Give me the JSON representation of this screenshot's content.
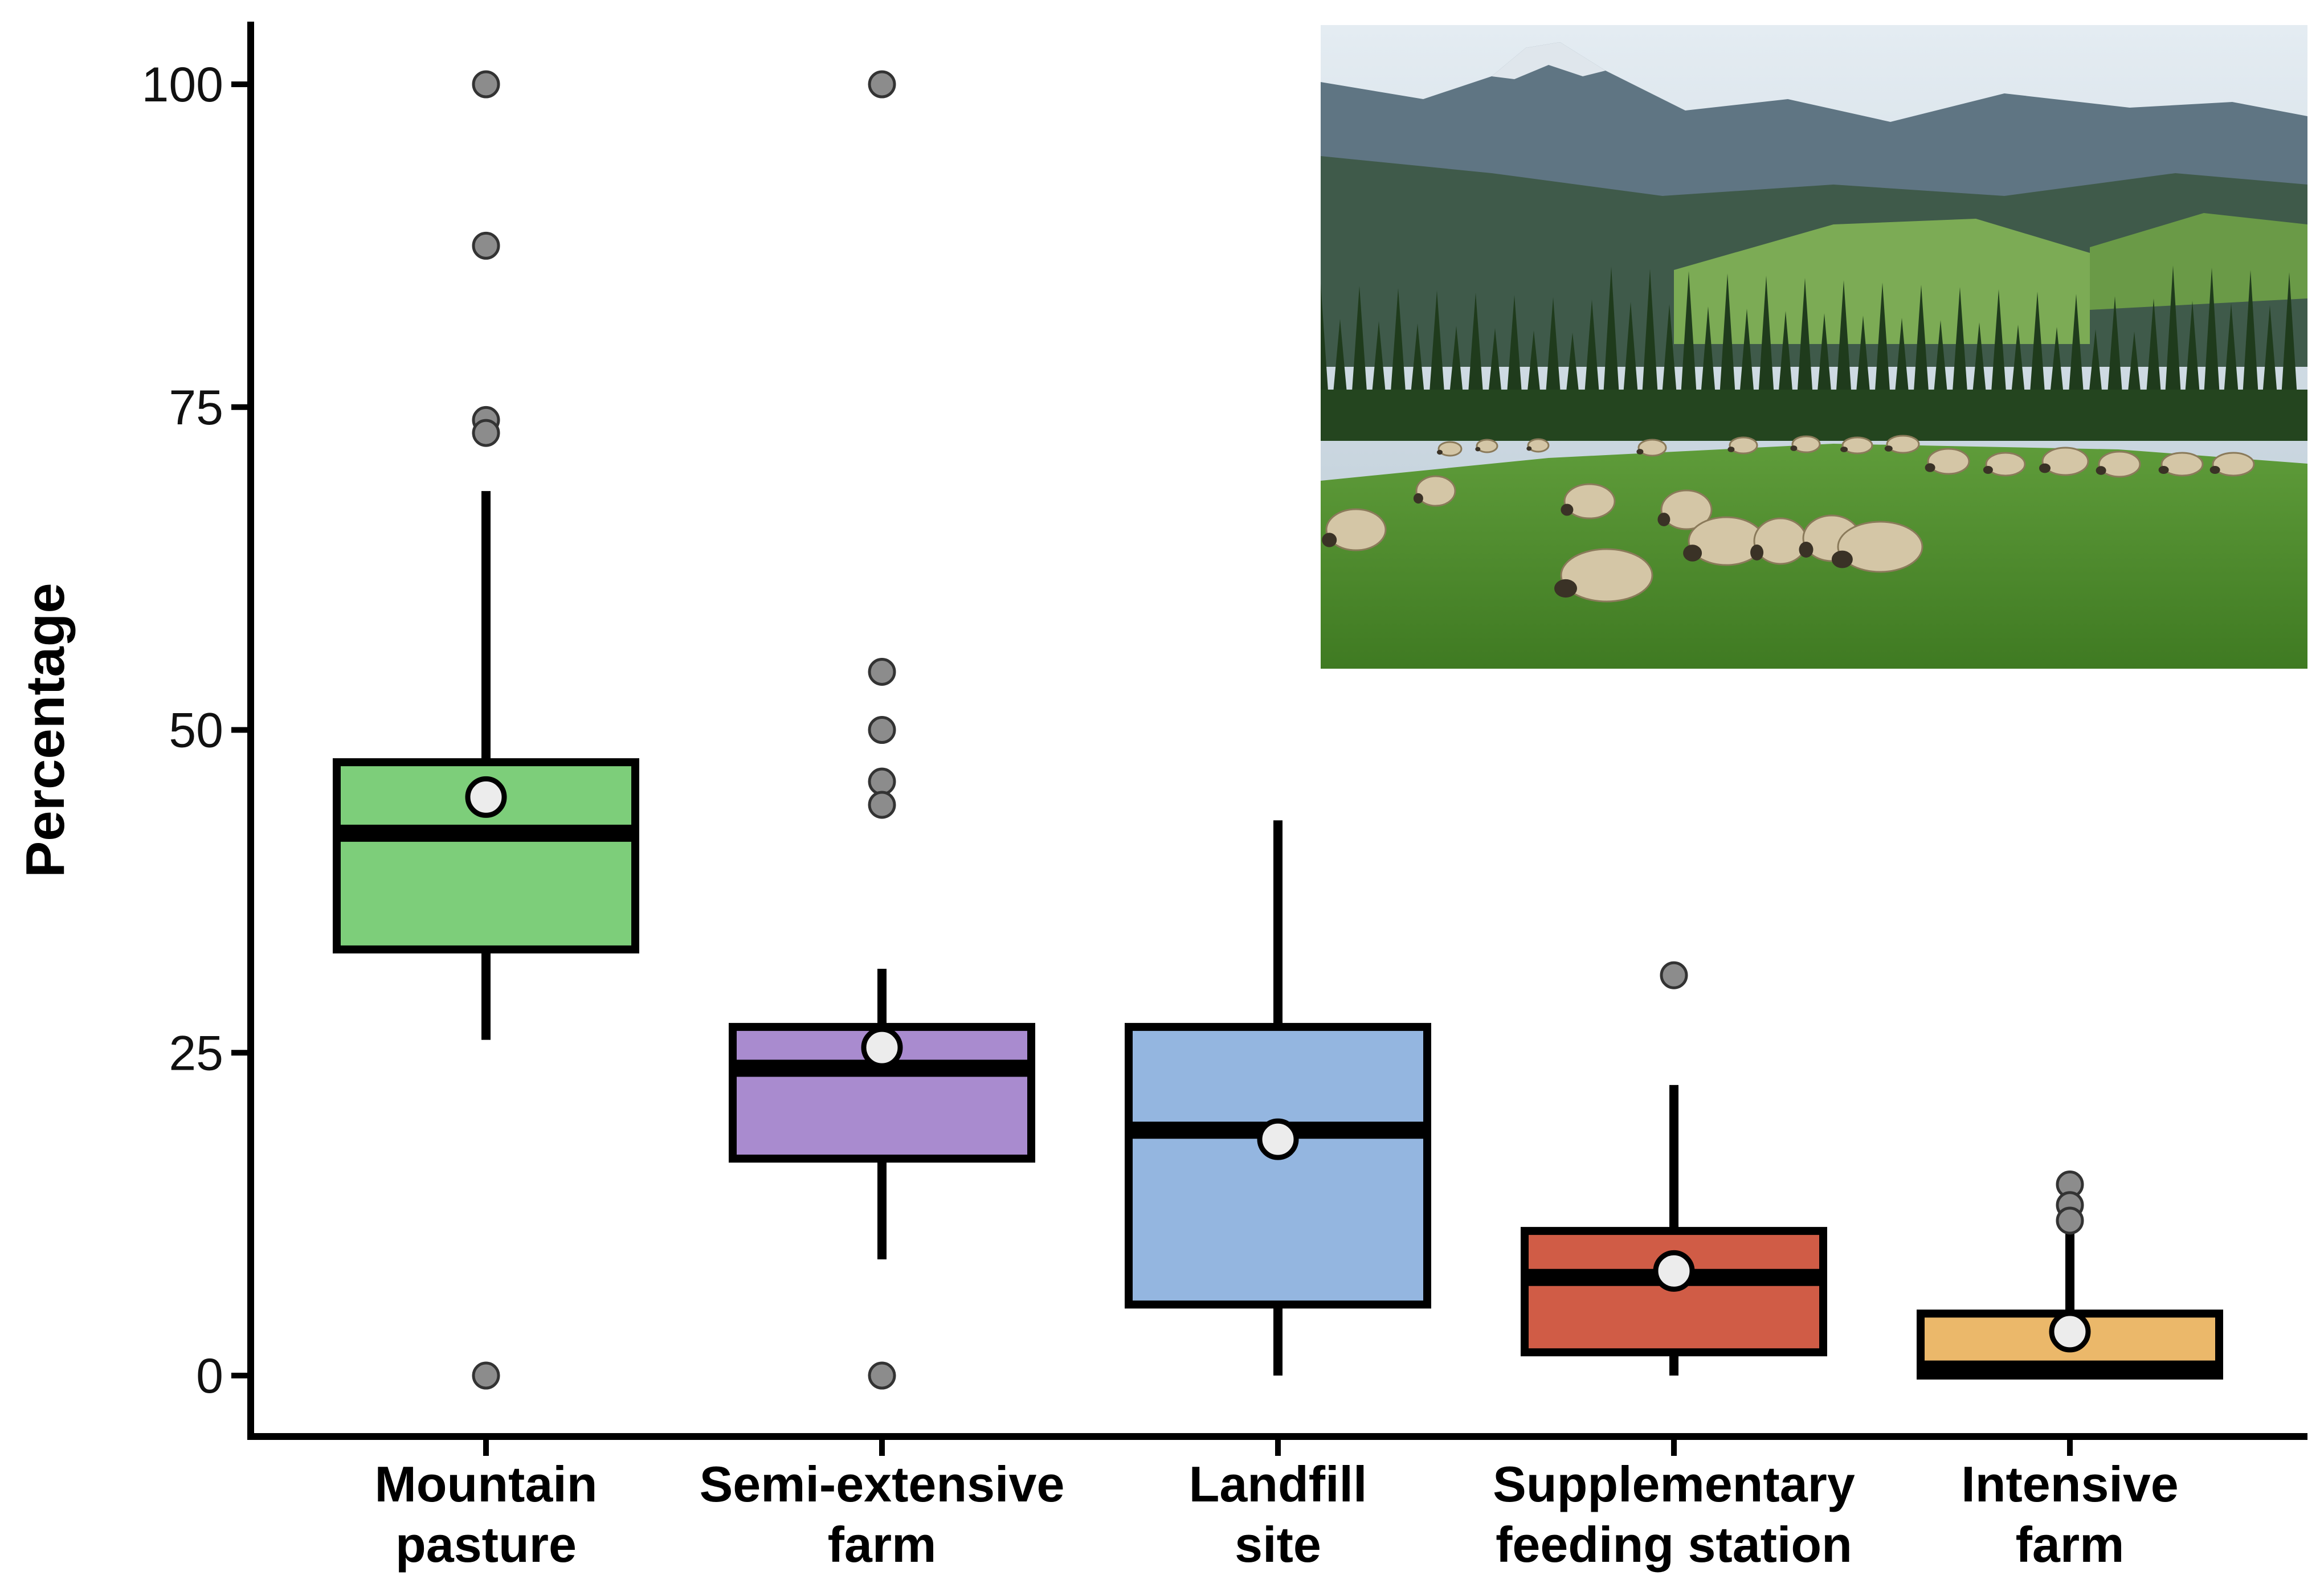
{
  "chart_data": {
    "type": "box",
    "title": "",
    "xlabel": "",
    "ylabel": "Percentage",
    "ylim": [
      -5,
      105
    ],
    "yticks": [
      0,
      25,
      50,
      75,
      100
    ],
    "ytick_labels": [
      "0",
      "25",
      "50",
      "75",
      "100"
    ],
    "grid": false,
    "legend": "none",
    "categories": [
      {
        "line1": "Mountain",
        "line2": "pasture"
      },
      {
        "line1": "Semi-extensive",
        "line2": "farm"
      },
      {
        "line1": "Landfill",
        "line2": "site"
      },
      {
        "line1": "Supplementary",
        "line2": "feeding station"
      },
      {
        "line1": "Intensive",
        "line2": "farm"
      }
    ],
    "boxes": [
      {
        "q1": 33,
        "median": 42,
        "q3": 47.5,
        "whisker_low": 26,
        "whisker_high": 68.5,
        "mean": 44.8,
        "outliers": [
          100,
          87.5,
          74,
          73,
          0
        ],
        "color": "#7dce7a"
      },
      {
        "q1": 16.8,
        "median": 23.8,
        "q3": 27,
        "whisker_low": 9,
        "whisker_high": 31.5,
        "mean": 25.4,
        "outliers": [
          100,
          54.5,
          50,
          46,
          44.2,
          0
        ],
        "color": "#a98bcf"
      },
      {
        "q1": 5.5,
        "median": 19,
        "q3": 27,
        "whisker_low": 0,
        "whisker_high": 43,
        "mean": 18.3,
        "outliers": [],
        "color": "#94b6e0"
      },
      {
        "q1": 1.8,
        "median": 7.6,
        "q3": 11.2,
        "whisker_low": 0,
        "whisker_high": 22.5,
        "mean": 8.1,
        "outliers": [
          31
        ],
        "color": "#d05c46"
      },
      {
        "q1": 0,
        "median": 0.5,
        "q3": 4.8,
        "whisker_low": 0,
        "whisker_high": 11,
        "mean": 3.4,
        "outliers": [
          14.8,
          13.2,
          12
        ],
        "color": "#ebb86a"
      }
    ]
  },
  "photo": {
    "icon": "sheep-grazing-pasture-photo"
  }
}
